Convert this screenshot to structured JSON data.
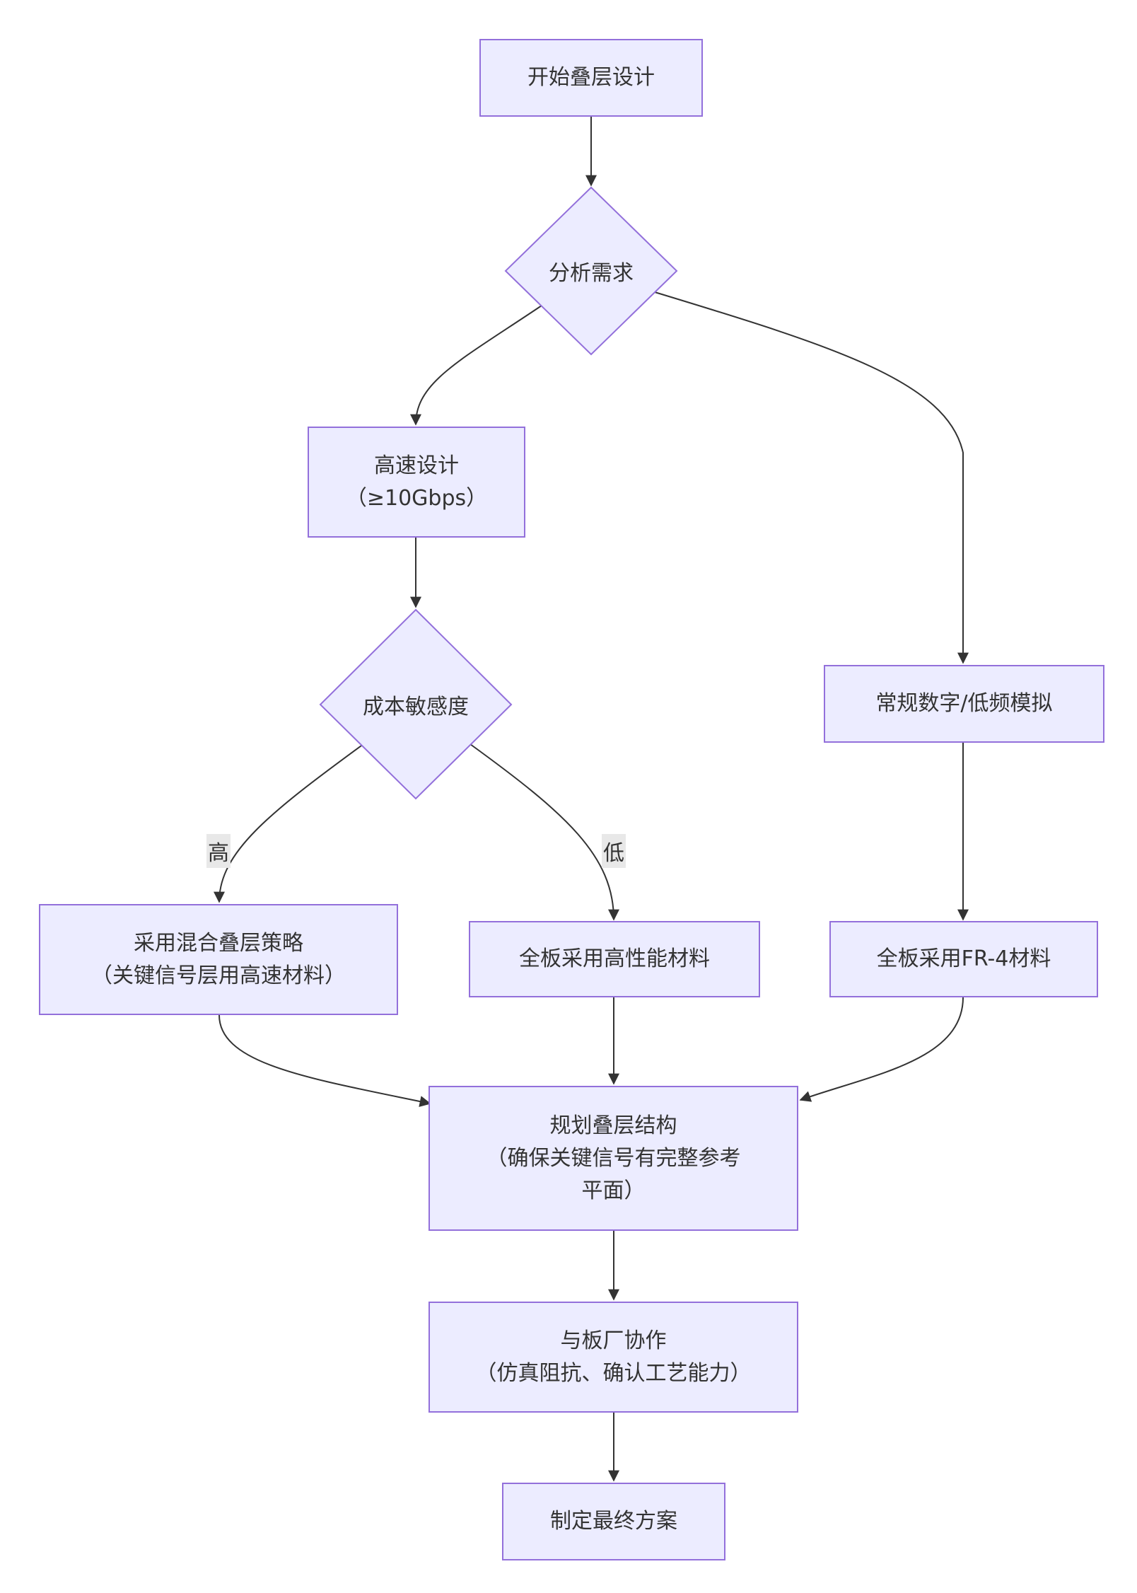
{
  "nodes": {
    "start": "开始叠层设计",
    "analyze": "分析需求",
    "highspeed": [
      "高速设计",
      "（≥10Gbps）"
    ],
    "cost": "成本敏感度",
    "regular": "常规数字/低频模拟",
    "hybrid": [
      "采用混合叠层策略",
      "（关键信号层用高速材料）"
    ],
    "fullhigh": "全板采用高性能材料",
    "fr4": "全板采用FR-4材料",
    "plan": [
      "规划叠层结构",
      "（确保关键信号有完整参考",
      "平面）"
    ],
    "fab": [
      "与板厂协作",
      "（仿真阻抗、确认工艺能力）"
    ],
    "final": "制定最终方案"
  },
  "edge_labels": {
    "high": "高",
    "low": "低"
  },
  "colors": {
    "node_fill": "#ECECFF",
    "node_border": "#9370DB",
    "edge": "#333333",
    "label_bg": "#E8E8E8"
  }
}
